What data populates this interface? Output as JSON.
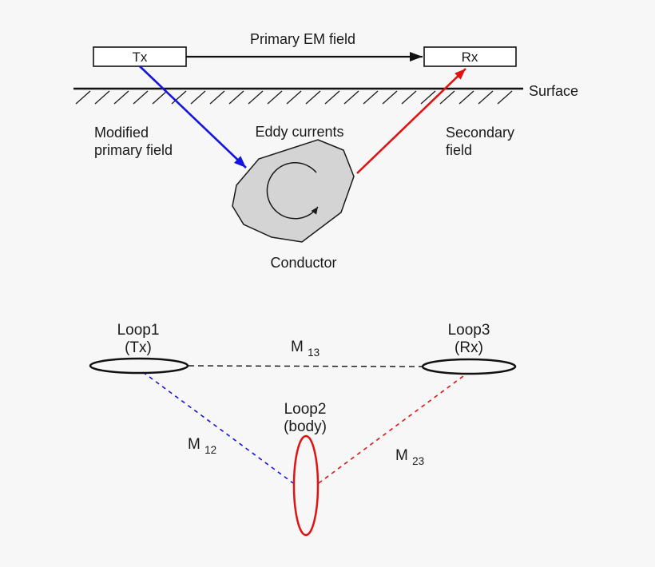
{
  "colors": {
    "background": "#f7f7f7",
    "ink": "#111111",
    "text": "#1a1a1a",
    "blue": "#1515e0",
    "red": "#e01212",
    "conductor_fill": "#d4d4d4",
    "box_fill": "#ffffff"
  },
  "top_diagram": {
    "primary_field_label": "Primary EM field",
    "tx_label": "Tx",
    "rx_label": "Rx",
    "surface_label": "Surface",
    "modified_field_label": {
      "line1": "Modified",
      "line2": "primary field"
    },
    "eddy_currents_label": "Eddy currents",
    "secondary_field_label": {
      "line1": "Secondary",
      "line2": "field"
    },
    "conductor_label": "Conductor"
  },
  "bottom_diagram": {
    "loop1": {
      "name": "Loop1",
      "role": "(Tx)"
    },
    "loop2": {
      "name": "Loop2",
      "role": "(body)"
    },
    "loop3": {
      "name": "Loop3",
      "role": "(Rx)"
    },
    "m13": {
      "base": "M",
      "sub": "13"
    },
    "m12": {
      "base": "M",
      "sub": "12"
    },
    "m23": {
      "base": "M",
      "sub": "23"
    }
  }
}
